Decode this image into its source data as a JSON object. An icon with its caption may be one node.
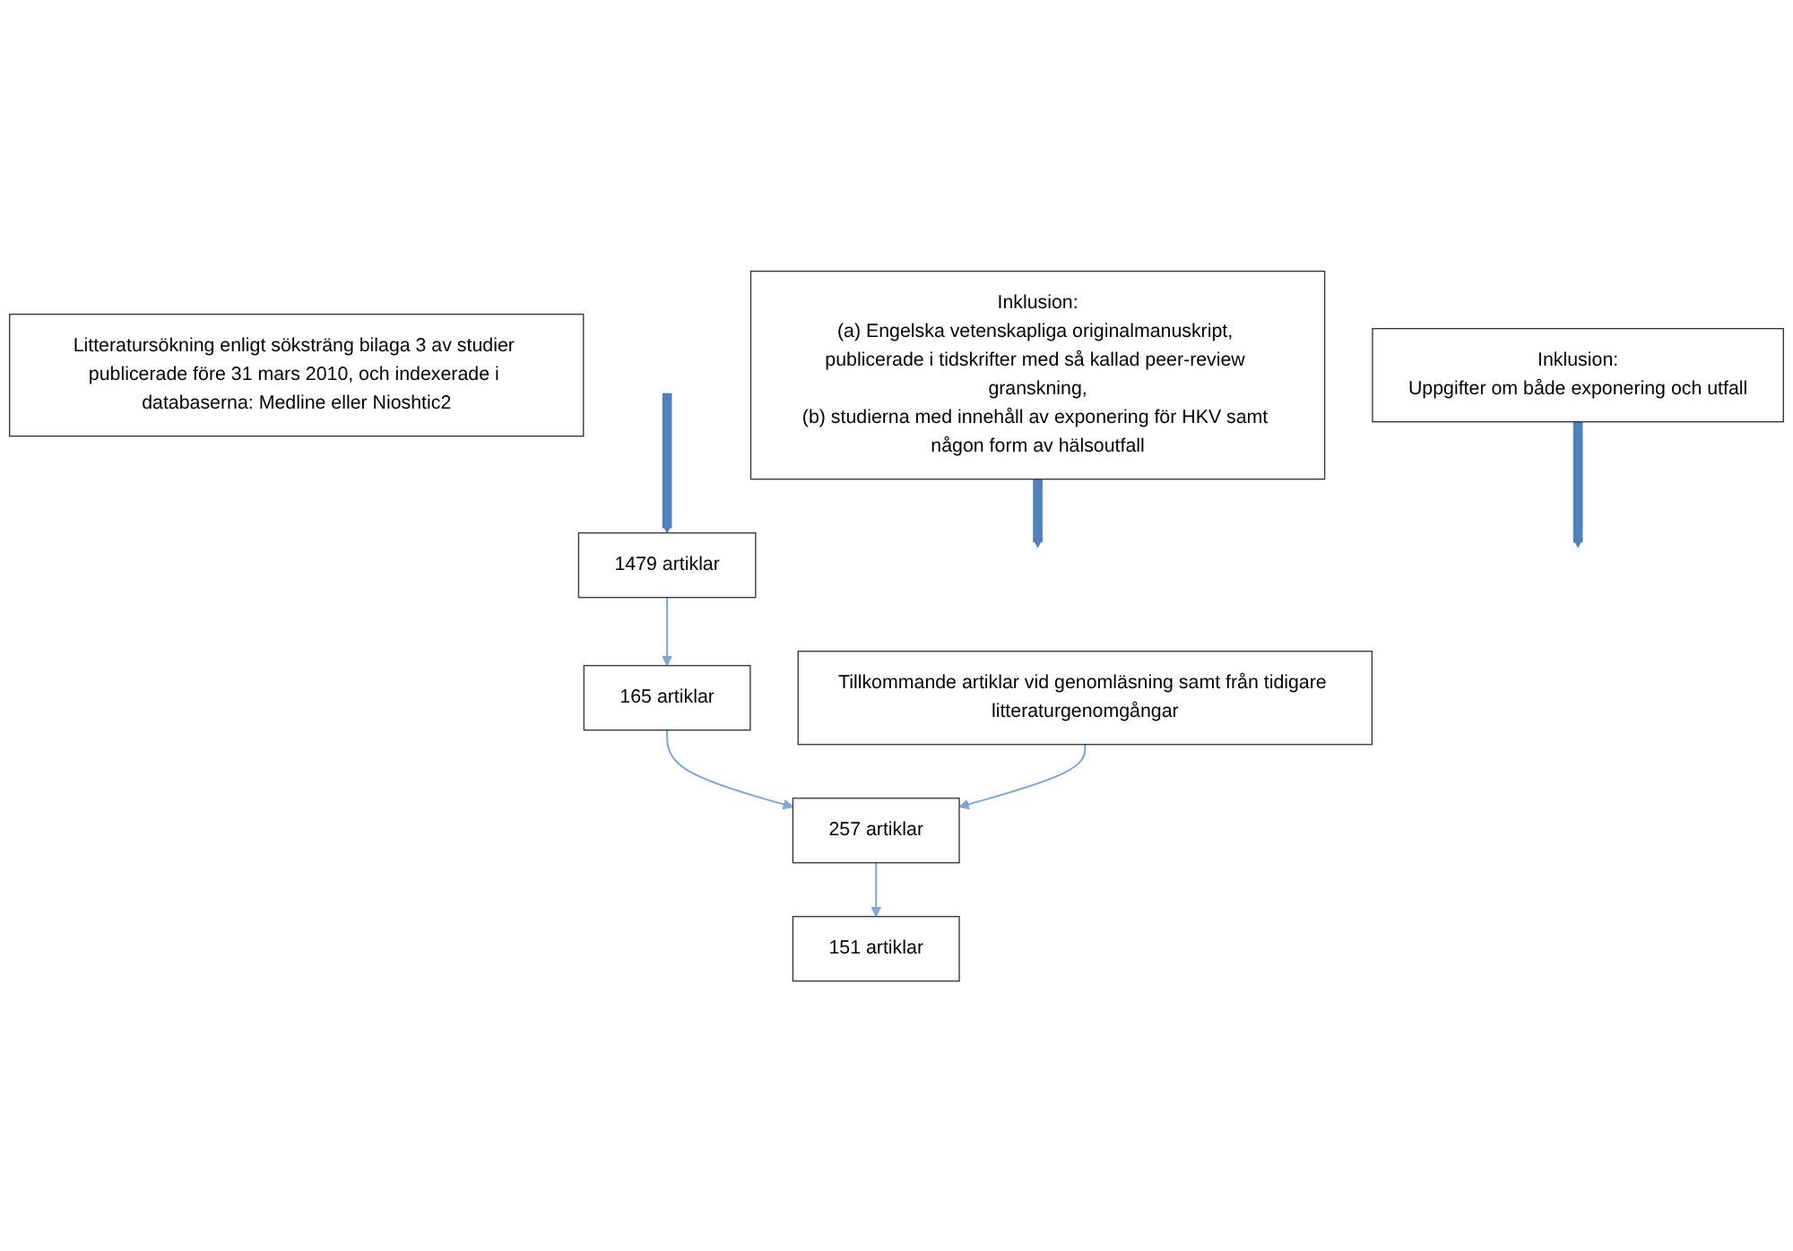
{
  "diagram": {
    "nodes": [
      {
        "text": [
          "1479 artiklar"
        ]
      },
      {
        "text": [
          "Litteratursökning enligt söksträng bilaga 3 av studier publicerade före 31 mars 2010, och indexerade i databaserna: Medline eller Nioshtic2"
        ]
      },
      {
        "text": [
          "Inklusion:",
          "(a) Engelska vetenskapliga originalmanuskript, publicerade i tidskrifter med så kallad peer-review granskning,",
          "(b) studierna med innehåll av exponering för HKV samt någon form av hälsoutfall"
        ]
      },
      {
        "text": [
          "165 artiklar"
        ]
      },
      {
        "text": [
          "Tillkommande artiklar vid genomläsning samt från tidigare litteraturgenomgångar"
        ]
      },
      {
        "text": [
          "257 artiklar"
        ]
      },
      {
        "text": [
          "Inklusion:",
          "Uppgifter om både exponering och utfall"
        ]
      },
      {
        "text": [
          "151 artiklar"
        ]
      }
    ],
    "edges": [
      {
        "from": null,
        "to": 0,
        "arrow": "to",
        "style": "thick",
        "color": "#4f81bd"
      },
      {
        "from": 0,
        "to": 3,
        "arrow": "to"
      },
      {
        "from": 2,
        "to": null,
        "arrow": "to",
        "style": "thick",
        "color": "#4f81bd"
      },
      {
        "from": 3,
        "to": 5,
        "arrow": "to"
      },
      {
        "from": 4,
        "to": 5,
        "arrow": "to"
      },
      {
        "from": 6,
        "to": null,
        "arrow": "to",
        "style": "thick",
        "color": "#4f81bd"
      },
      {
        "from": 5,
        "to": 7,
        "arrow": "to"
      }
    ]
  }
}
